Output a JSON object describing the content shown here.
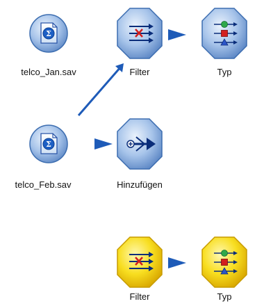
{
  "nodes": {
    "telco_jan": {
      "label": "telco_Jan.sav",
      "icon": "spss-sav-file-icon",
      "kind": "source"
    },
    "filter_top": {
      "label": "Filter",
      "icon": "filter-icon",
      "kind": "field-op"
    },
    "typ_top": {
      "label": "Typ",
      "icon": "type-icon",
      "kind": "field-op"
    },
    "telco_feb": {
      "label": "telco_Feb.sav",
      "icon": "spss-sav-file-icon",
      "kind": "source"
    },
    "append": {
      "label": "Hinzufügen",
      "icon": "append-icon",
      "kind": "record-op"
    },
    "filter_bottom": {
      "label": "Filter",
      "icon": "filter-icon",
      "kind": "field-op",
      "state": "highlighted"
    },
    "typ_bottom": {
      "label": "Typ",
      "icon": "type-icon",
      "kind": "field-op",
      "state": "highlighted"
    }
  },
  "connections": [
    {
      "from": "telco_feb",
      "to": "filter_top"
    },
    {
      "from": "filter_top",
      "to": "typ_top"
    },
    {
      "from": "telco_feb",
      "to": "append"
    },
    {
      "from": "filter_bottom",
      "to": "typ_bottom"
    }
  ],
  "colors": {
    "node_blue": "#7fa8dc",
    "node_blue_dark": "#3c6db0",
    "node_yellow": "#f6d200",
    "node_yellow_dark": "#c79b00",
    "connector": "#1e5bb8",
    "arrow_dark": "#0a2d7a",
    "cross_red": "#d21f1f",
    "shape_green": "#2fa84a",
    "shape_red": "#d21f1f",
    "shape_blue": "#2a55c8"
  }
}
